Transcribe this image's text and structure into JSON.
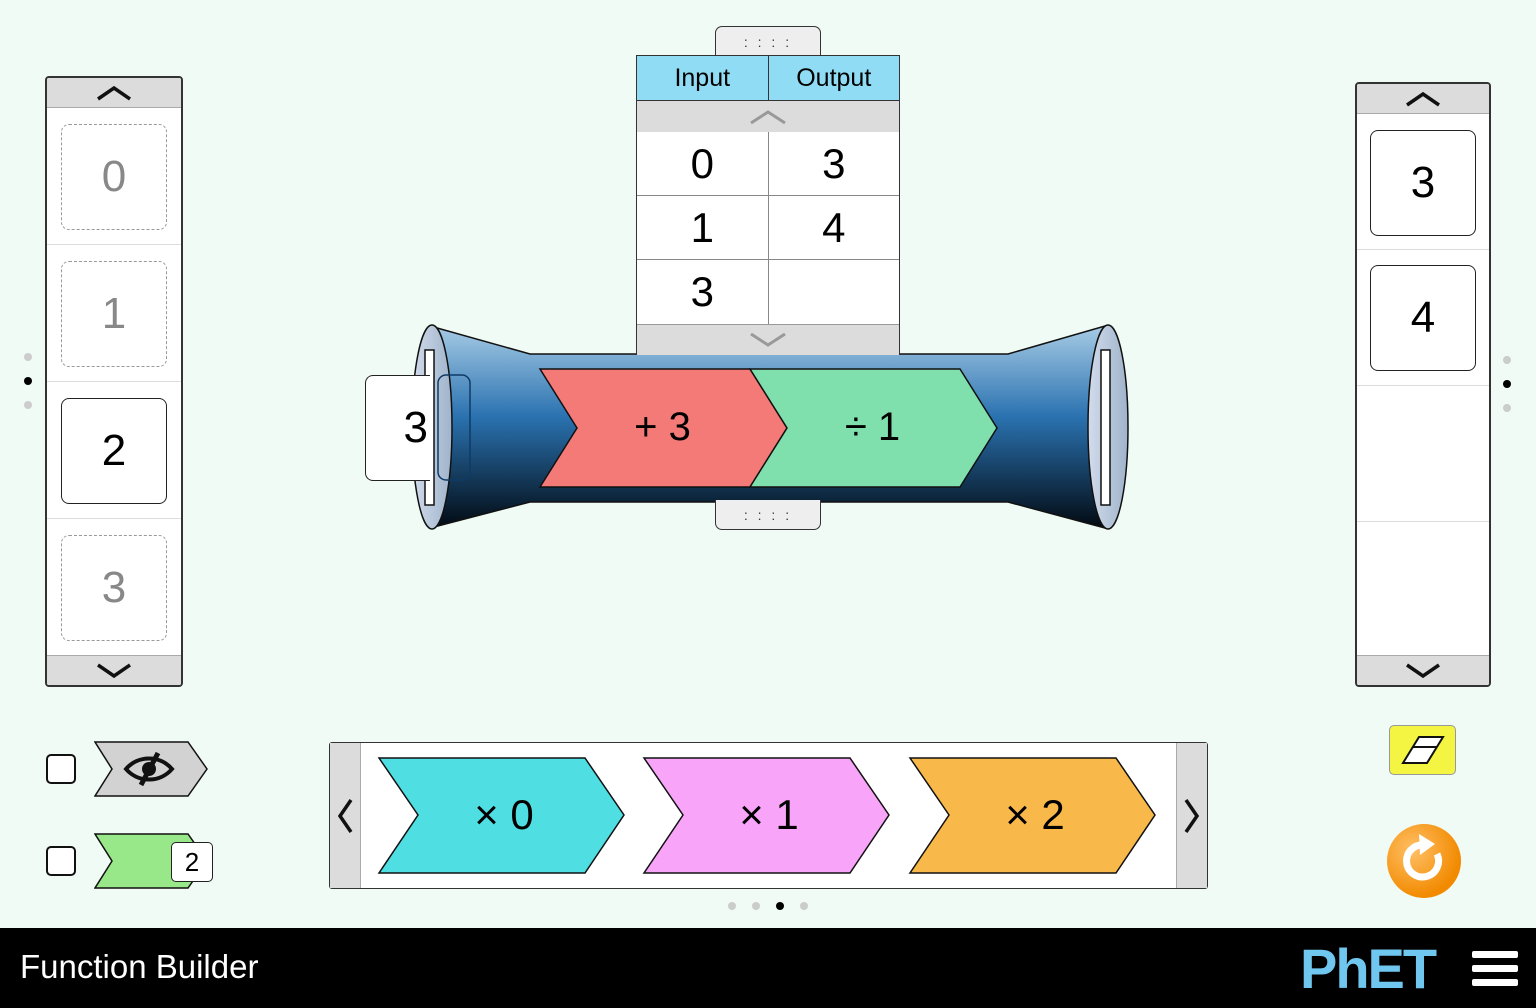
{
  "app": {
    "title": "Function Builder",
    "logo": "PhET"
  },
  "input_carousel": {
    "cards": [
      {
        "value": "0",
        "state": "ghost"
      },
      {
        "value": "1",
        "state": "ghost"
      },
      {
        "value": "2",
        "state": "active"
      },
      {
        "value": "3",
        "state": "ghost"
      }
    ]
  },
  "output_carousel": {
    "cards": [
      {
        "value": "3"
      },
      {
        "value": "4"
      }
    ]
  },
  "table": {
    "headers": {
      "input": "Input",
      "output": "Output"
    },
    "rows": [
      {
        "input": "0",
        "output": "3"
      },
      {
        "input": "1",
        "output": "4"
      },
      {
        "input": "3",
        "output": ""
      }
    ]
  },
  "builder": {
    "input_card": "3",
    "functions": [
      {
        "label": "+ 3",
        "color": "#f47a78"
      },
      {
        "label": "÷ 1",
        "color": "#7fe0ad"
      }
    ]
  },
  "handle_glyph": ": : : :",
  "function_toolbar": {
    "functions": [
      {
        "label": "× 0",
        "color": "#4fdfe3"
      },
      {
        "label": "× 1",
        "color": "#f7a4f9"
      },
      {
        "label": "× 2",
        "color": "#f8b84a"
      }
    ],
    "page_dots": [
      false,
      false,
      true,
      false
    ]
  },
  "options": {
    "hide_functions_checked": false,
    "show_equation_checked": false,
    "equation_badge": "2",
    "hide_icon": "eye-slash-icon"
  },
  "colors": {
    "background": "#effbf4",
    "builder_blue": "#2a72b0",
    "reset": "#f28a00",
    "eraser": "#f4f442"
  }
}
